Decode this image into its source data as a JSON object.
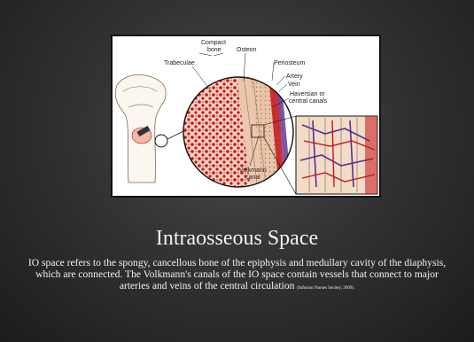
{
  "slide": {
    "title": "Intraosseous Space",
    "body": "IO space refers to the spongy, cancellous bone of the epiphysis and medullary cavity of the diaphysis, which are connected. The Volkmann's canals of the IO space contain vessels that connect to major arteries and veins of the central circulation",
    "citation": "(Infusion Nurses Society, 2009)."
  },
  "figure": {
    "labels": {
      "compact_bone_1": "Compact",
      "compact_bone_2": "bone",
      "osteon": "Osteon",
      "trabeculae": "Trabeculae",
      "periosteum": "Periosteum",
      "artery": "Artery",
      "vein": "Vein",
      "haversian_1": "Haversian or",
      "haversian_2": "central canals",
      "volkmann_1": "Volkmann",
      "volkmann_2": "canal"
    }
  },
  "colors": {
    "bone": "#d9a583",
    "marrow": "#c4161c",
    "vein": "#5b2d8e",
    "background": "#333333"
  }
}
